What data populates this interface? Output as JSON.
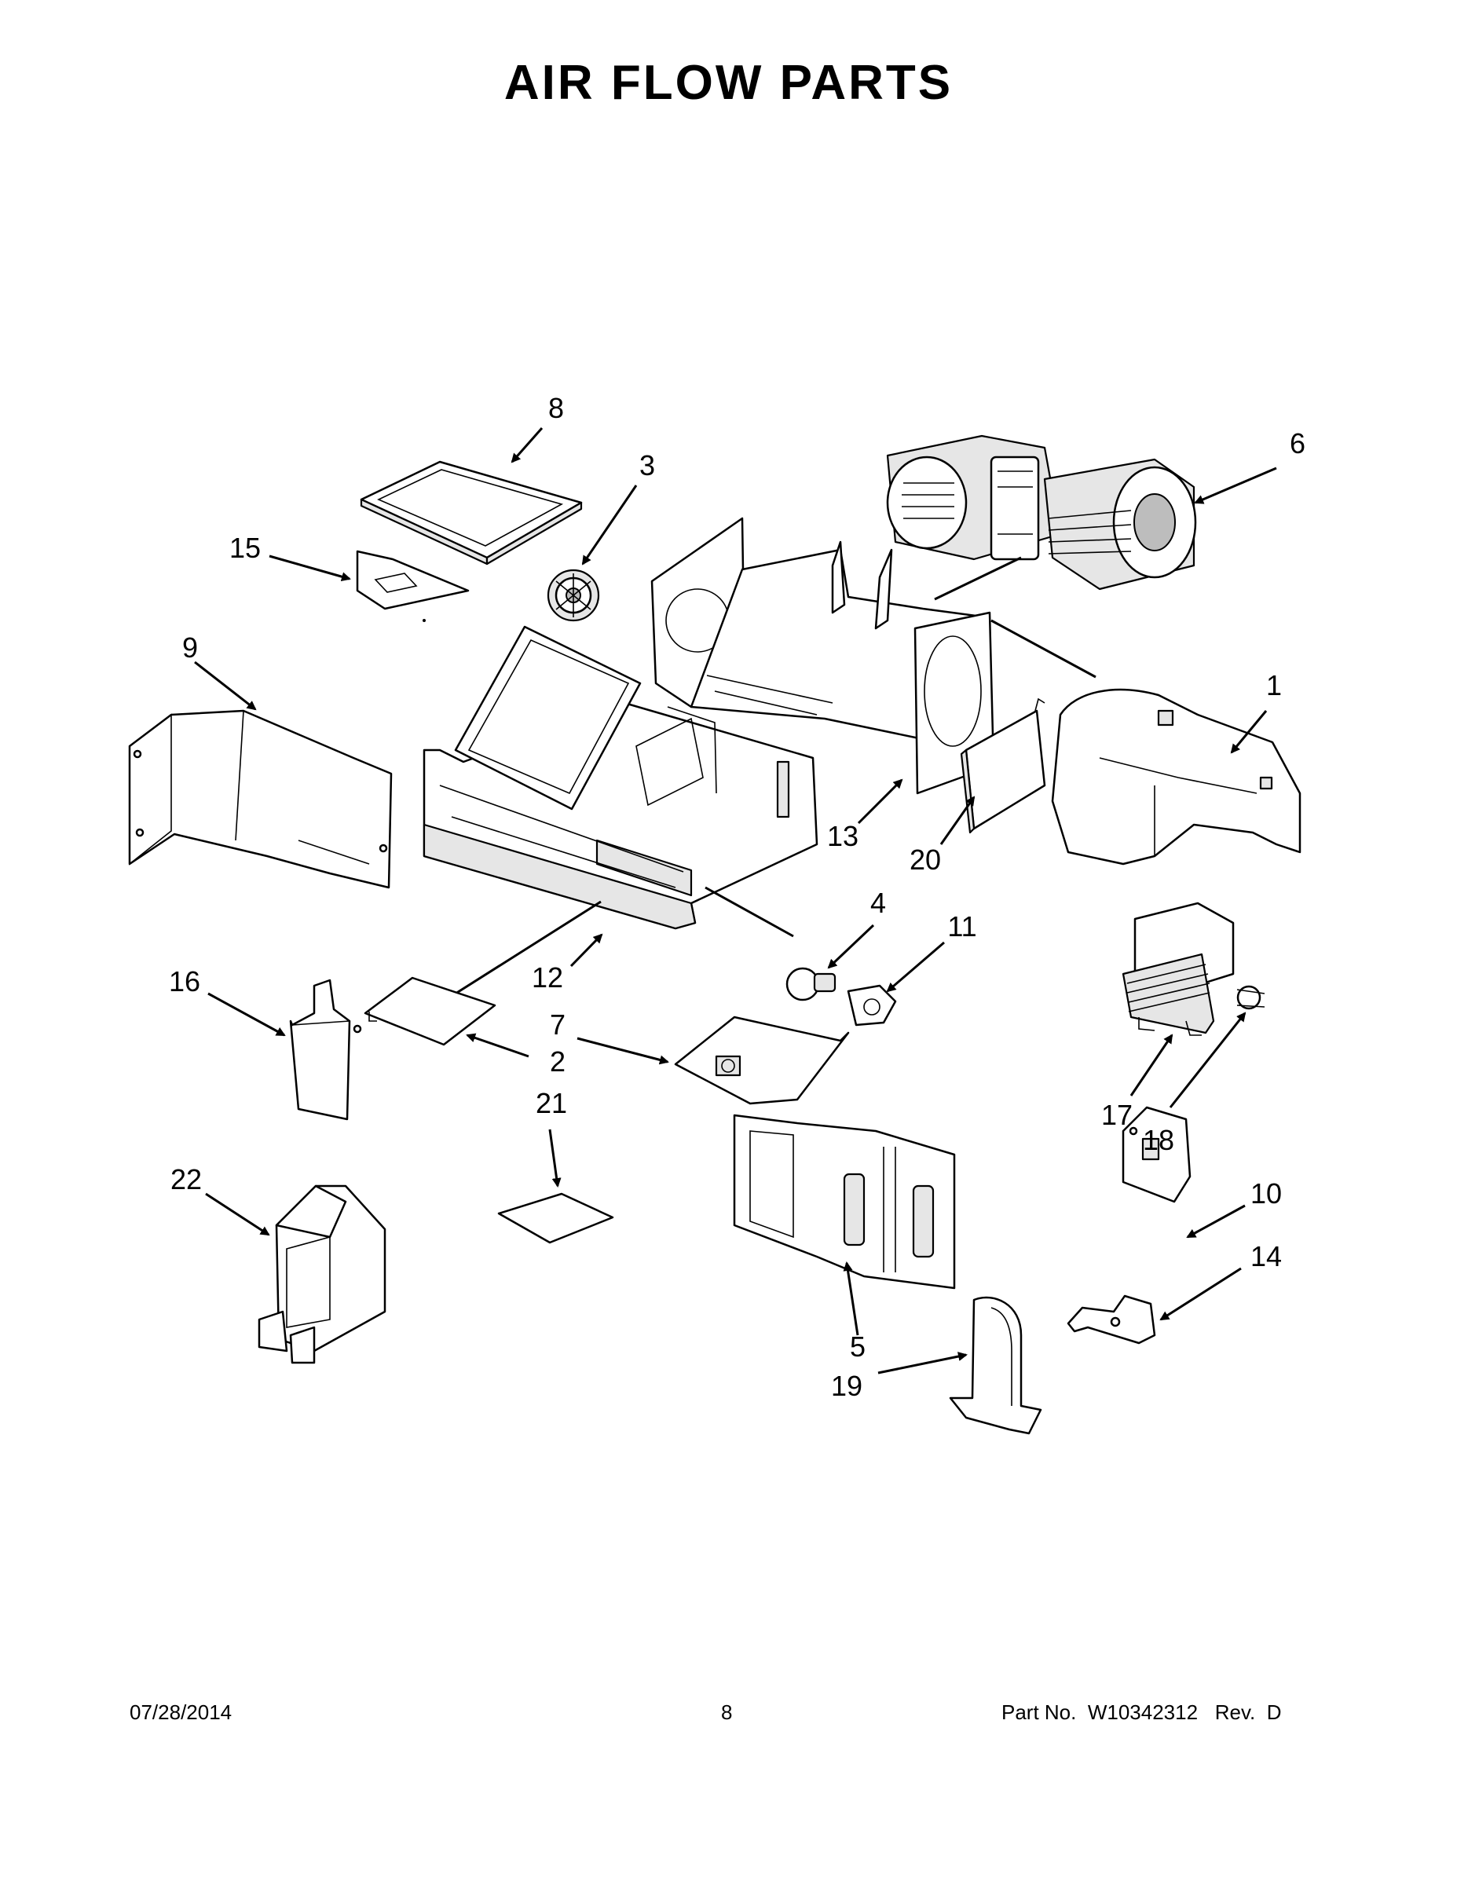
{
  "page": {
    "title": "AIR FLOW PARTS",
    "date": "07/28/2014",
    "page_number": "8",
    "part_no_label": "Part No.",
    "part_no": "W10342312",
    "rev_label": "Rev.",
    "rev": "D"
  },
  "callouts": [
    {
      "id": "1",
      "text": "1"
    },
    {
      "id": "2",
      "text": "2"
    },
    {
      "id": "3",
      "text": "3"
    },
    {
      "id": "4",
      "text": "4"
    },
    {
      "id": "5",
      "text": "5"
    },
    {
      "id": "6",
      "text": "6"
    },
    {
      "id": "7",
      "text": "7"
    },
    {
      "id": "8",
      "text": "8"
    },
    {
      "id": "9",
      "text": "9"
    },
    {
      "id": "10",
      "text": "10"
    },
    {
      "id": "11",
      "text": "11"
    },
    {
      "id": "12",
      "text": "12"
    },
    {
      "id": "13",
      "text": "13"
    },
    {
      "id": "14",
      "text": "14"
    },
    {
      "id": "15",
      "text": "15"
    },
    {
      "id": "16",
      "text": "16"
    },
    {
      "id": "17",
      "text": "17"
    },
    {
      "id": "18",
      "text": "18"
    },
    {
      "id": "19",
      "text": "19"
    },
    {
      "id": "20",
      "text": "20"
    },
    {
      "id": "21",
      "text": "21"
    },
    {
      "id": "22",
      "text": "22"
    }
  ]
}
